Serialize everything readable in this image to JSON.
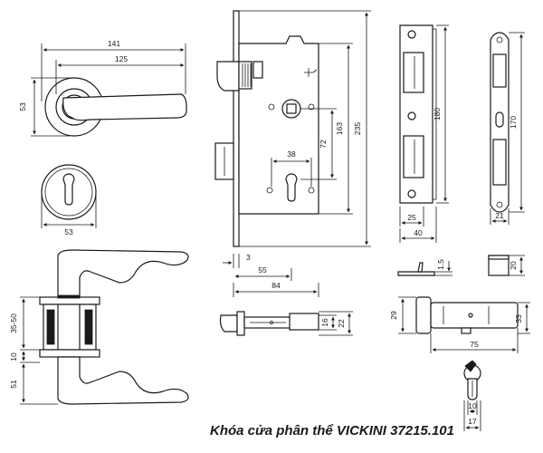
{
  "caption": "Khóa cửa phân thể VICKINI 37215.101",
  "dimensions": {
    "handle_total_width": "141",
    "handle_lever_length": "125",
    "rose_height": "53",
    "escutcheon_width": "53",
    "side_height_top": "35-50",
    "side_height_mid": "10",
    "side_height_bottom": "51",
    "body_total_height": "235",
    "body_height_163": "163",
    "center_distance": "72",
    "cylinder_span": "38",
    "faceplate_thickness": "3",
    "backset": "55",
    "body_depth": "84",
    "latch_16": "16",
    "latch_22": "22",
    "strike_height": "180",
    "strike_width_25": "25",
    "strike_width_40": "40",
    "strike_thickness": "1.5",
    "faceplate_height": "170",
    "faceplate_width": "21",
    "box_height": "20",
    "cylinder_height_29": "29",
    "cylinder_height_33": "33",
    "cylinder_length": "75",
    "cam_width": "10",
    "cam_total": "17"
  }
}
